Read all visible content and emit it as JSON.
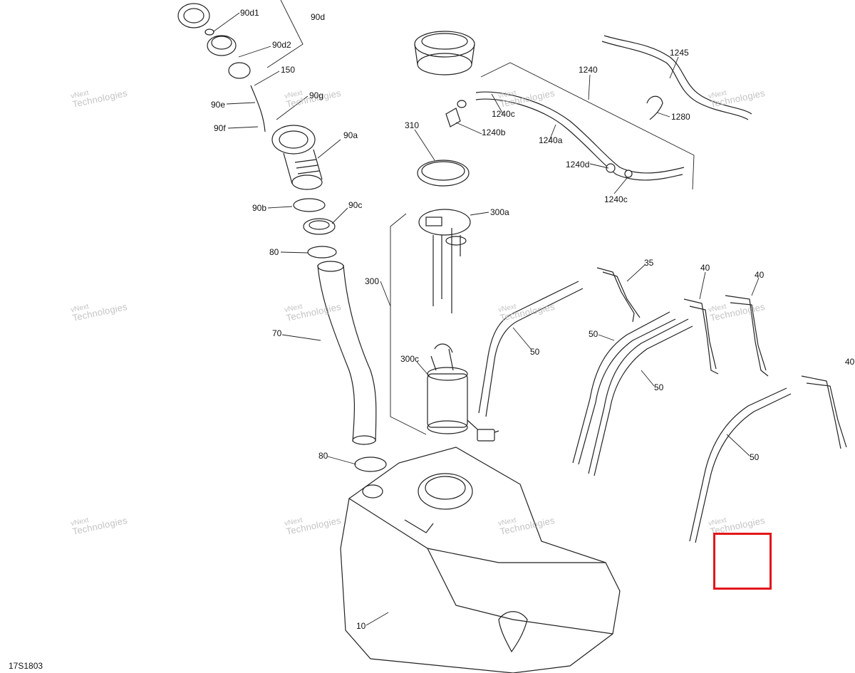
{
  "diagram": {
    "code": "17S1803",
    "watermark": {
      "line1": "vNext",
      "line2": "Technologies"
    },
    "highlight_color": "#e2161b",
    "callouts": {
      "p90d1": "90d1",
      "p90d": "90d",
      "p90d2": "90d2",
      "p150": "150",
      "p90e": "90e",
      "p90g": "90g",
      "p90f": "90f",
      "p90a": "90a",
      "p90b": "90b",
      "p90c": "90c",
      "p80a": "80",
      "p70": "70",
      "p80b": "80",
      "p10": "10",
      "p310": "310",
      "p300a": "300a",
      "p300": "300",
      "p300c": "300c",
      "p1240": "1240",
      "p1240c_top": "1240c",
      "p1240b": "1240b",
      "p1240a": "1240a",
      "p1240d": "1240d",
      "p1240c_bot": "1240c",
      "p1245": "1245",
      "p1280": "1280",
      "p35": "35",
      "p40a": "40",
      "p40b": "40",
      "p40c": "40",
      "p50a": "50",
      "p50b": "50",
      "p50c": "50",
      "p50d": "50"
    }
  }
}
